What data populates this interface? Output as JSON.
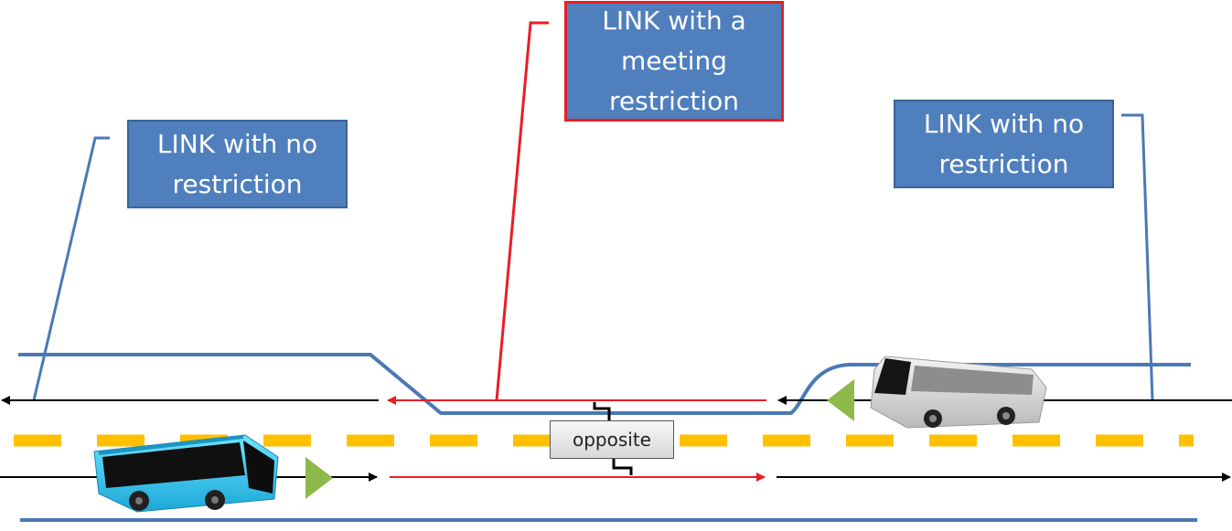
{
  "labels": {
    "left": {
      "text": "LINK with no\nrestriction",
      "border_color": "#3a6497"
    },
    "center": {
      "text": "LINK with a\nmeeting\nrestriction",
      "border_color": "#e81e25"
    },
    "right": {
      "text": "LINK with no\nrestriction",
      "border_color": "#3a6497"
    }
  },
  "relation": {
    "text": "opposite"
  },
  "links": [
    {
      "id": "upper-left",
      "direction": "left",
      "restricted": false
    },
    {
      "id": "upper-middle",
      "direction": "left",
      "restricted": true
    },
    {
      "id": "upper-right",
      "direction": "left",
      "restricted": false
    },
    {
      "id": "lower-left",
      "direction": "right",
      "restricted": false
    },
    {
      "id": "lower-middle",
      "direction": "right",
      "restricted": true
    },
    {
      "id": "lower-right",
      "direction": "right",
      "restricted": false
    }
  ],
  "colors": {
    "label_fill": "#4f7fbd",
    "road_edge": "#4a79b5",
    "restricted_link": "#e81e25",
    "normal_link": "#000000",
    "center_line": "#ffc000",
    "direction_marker": "#8db94a",
    "bus_eastbound": "#2cc6ef",
    "bus_westbound": "#cfcfcf"
  },
  "icons": {
    "vehicle_eastbound": "bus-icon",
    "vehicle_westbound": "bus-icon"
  }
}
